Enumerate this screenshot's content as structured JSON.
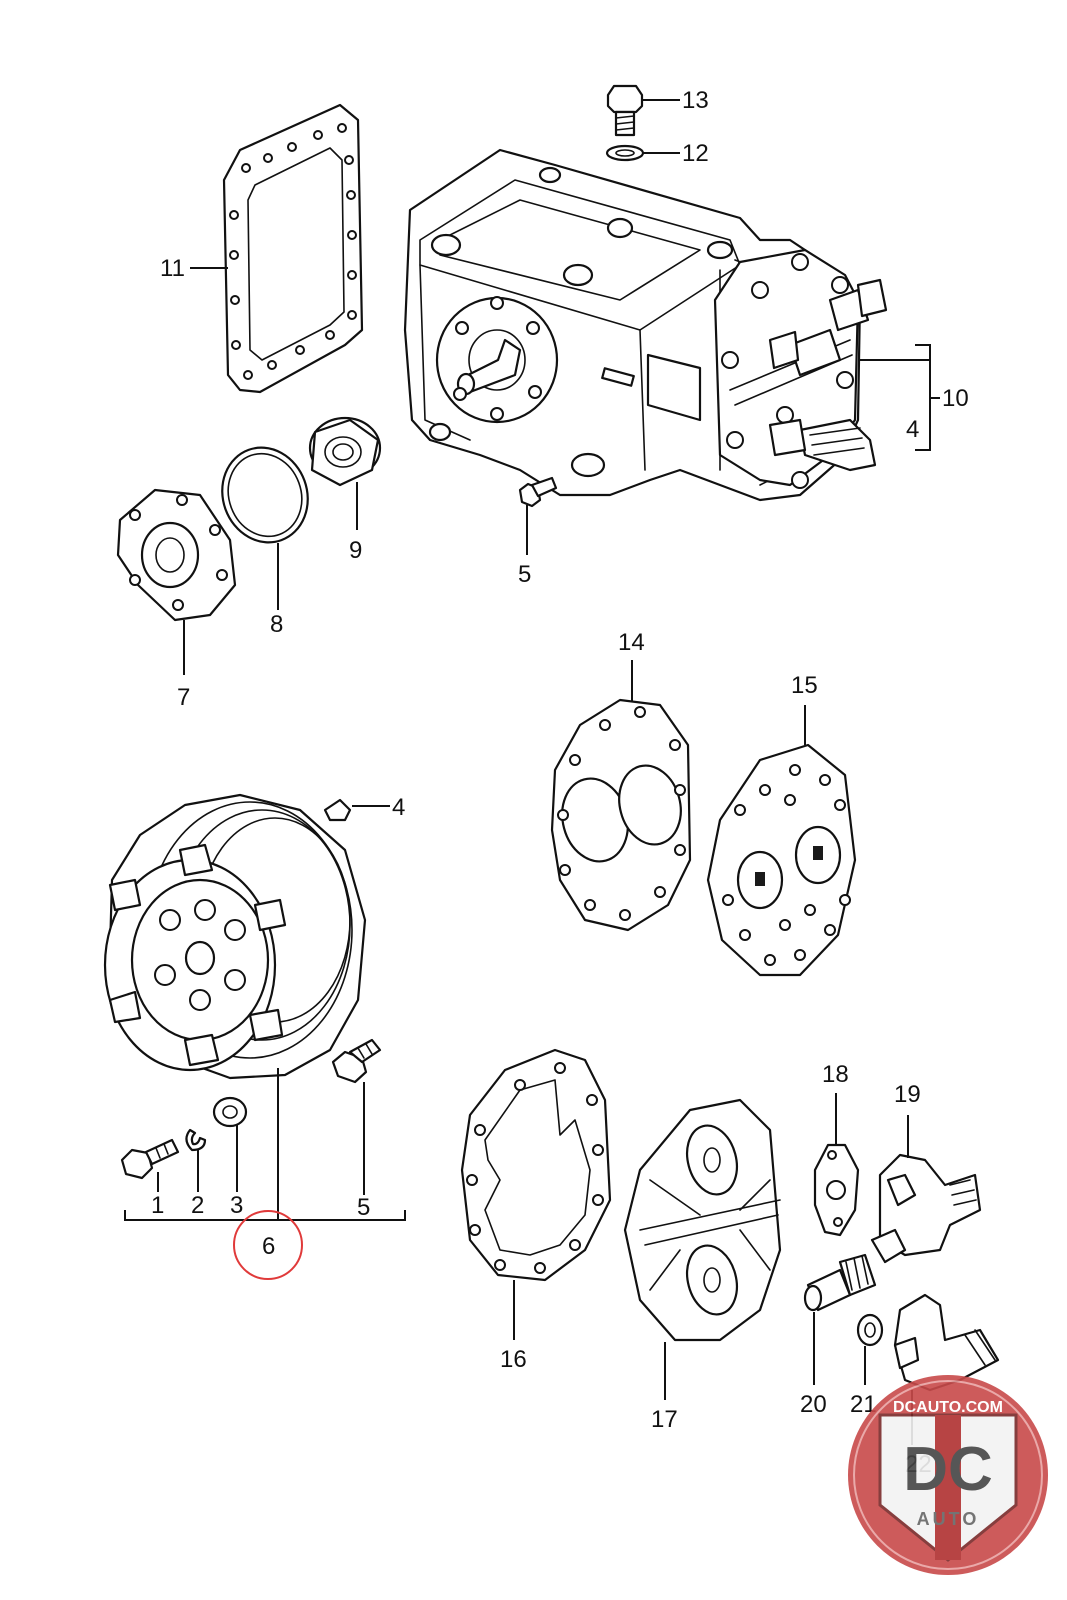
{
  "labels": {
    "l1": "1",
    "l2": "2",
    "l3": "3",
    "l4a": "4",
    "l4b": "4",
    "l5a": "5",
    "l5b": "5",
    "l6": "6",
    "l7": "7",
    "l8": "8",
    "l9": "9",
    "l10": "10",
    "l11": "11",
    "l12": "12",
    "l13": "13",
    "l14": "14",
    "l15": "15",
    "l16": "16",
    "l17": "17",
    "l18": "18",
    "l19": "19",
    "l20": "20",
    "l21": "21",
    "l22": "22"
  },
  "highlight": {
    "part": "6",
    "color": "#e03a3a"
  },
  "watermark": {
    "site": "DCAUTO.COM",
    "mark": "DC",
    "sub": "AUTO",
    "colors": {
      "badge": "#c84a4a",
      "shield": "#f2f2f2"
    }
  }
}
